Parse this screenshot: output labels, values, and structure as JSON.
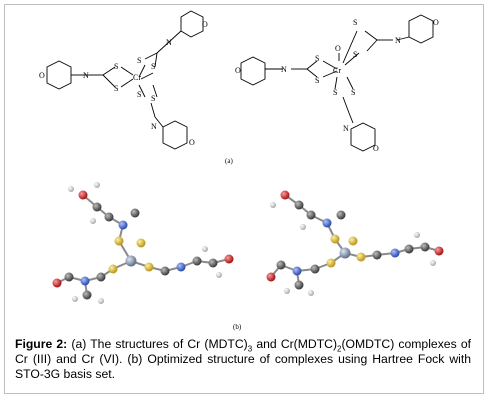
{
  "figure": {
    "panel_a_label": "(a)",
    "panel_b_label": "(b)",
    "caption": {
      "figure_label": "Figure 2:",
      "part1": " (a) The structures of Cr (MDTC)",
      "sub1": "3",
      "part2": " and Cr(MDTC)",
      "sub2": "2",
      "part3": "(OMDTC) complexes of Cr (III) and Cr (VI). (b) Optimized structure of complexes using Hartree Fock with STO-3G basis set."
    }
  },
  "structure_labels": {
    "metal": "Cr",
    "sulfur": "S",
    "nitrogen": "N",
    "oxygen": "O"
  },
  "atom_colors": {
    "carbon": "#5a5a5a",
    "hydrogen": "#f2f2f2",
    "sulfur": "#d9b82a",
    "nitrogen": "#3f63c9",
    "oxygen": "#c62222",
    "chromium": "#7d8fa6"
  }
}
